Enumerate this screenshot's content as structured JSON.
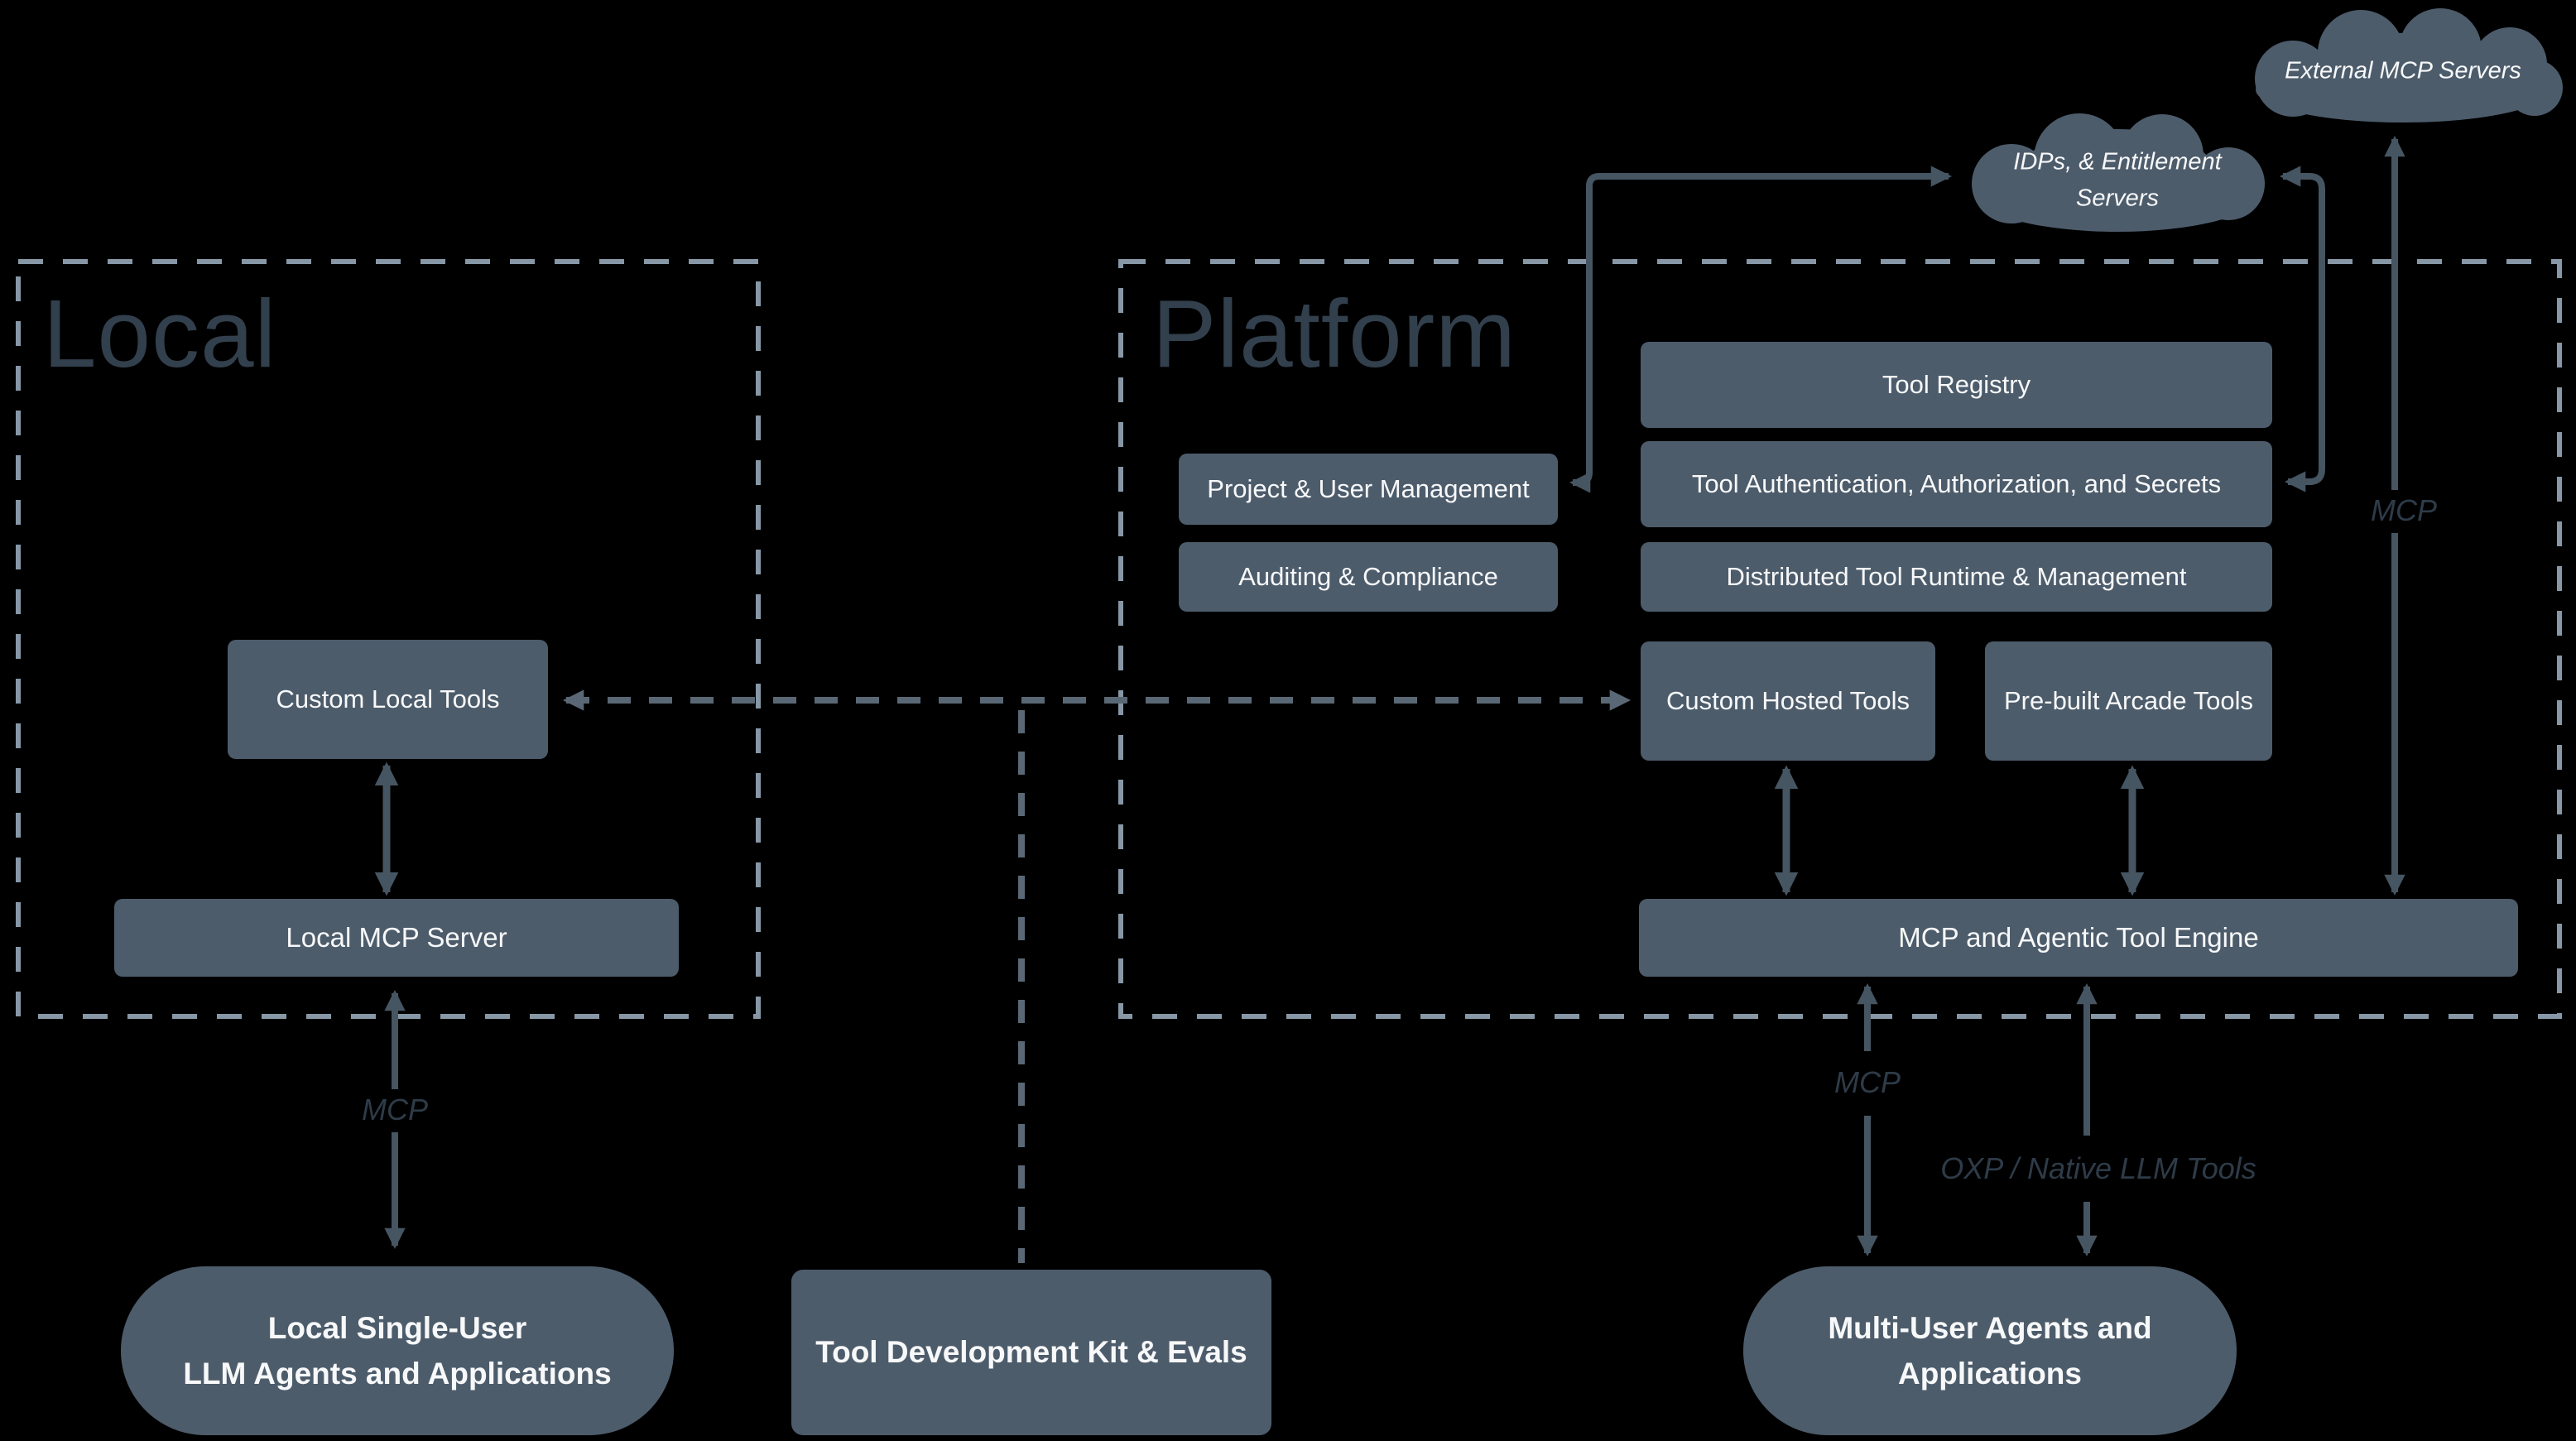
{
  "colors": {
    "background": "#000000",
    "node_fill": "#4D5C6B",
    "node_text": "#F7F8F9",
    "section_title": "#323F4C",
    "section_border": "#8797A6",
    "connector": "#465562",
    "dashed_connector": "#5A6875",
    "edge_label": "#2E3B48"
  },
  "sections": {
    "local": {
      "title": "Local"
    },
    "platform": {
      "title": "Platform"
    }
  },
  "clouds": {
    "external_mcp": {
      "label": "External MCP Servers"
    },
    "idps": {
      "line1": "IDPs, & Entitlement",
      "line2": "Servers"
    }
  },
  "local": {
    "custom_local_tools": "Custom Local Tools",
    "local_mcp_server": "Local MCP Server"
  },
  "platform": {
    "tool_registry": "Tool Registry",
    "project_user_management": "Project & User Management",
    "tool_auth": "Tool Authentication, Authorization, and Secrets",
    "auditing_compliance": "Auditing & Compliance",
    "distributed_runtime": "Distributed Tool Runtime & Management",
    "custom_hosted_tools": "Custom Hosted Tools",
    "prebuilt_arcade_tools": "Pre-built Arcade Tools",
    "engine": "MCP and Agentic Tool Engine"
  },
  "bottom": {
    "local_agents_line1": "Local Single-User",
    "local_agents_line2": "LLM Agents and Applications",
    "tdk": "Tool Development Kit & Evals",
    "multi_user_line1": "Multi-User Agents and",
    "multi_user_line2": "Applications"
  },
  "edge_labels": {
    "mcp_local": "MCP",
    "mcp_engine": "MCP",
    "mcp_external": "MCP",
    "oxp": "OXP / Native LLM Tools"
  }
}
